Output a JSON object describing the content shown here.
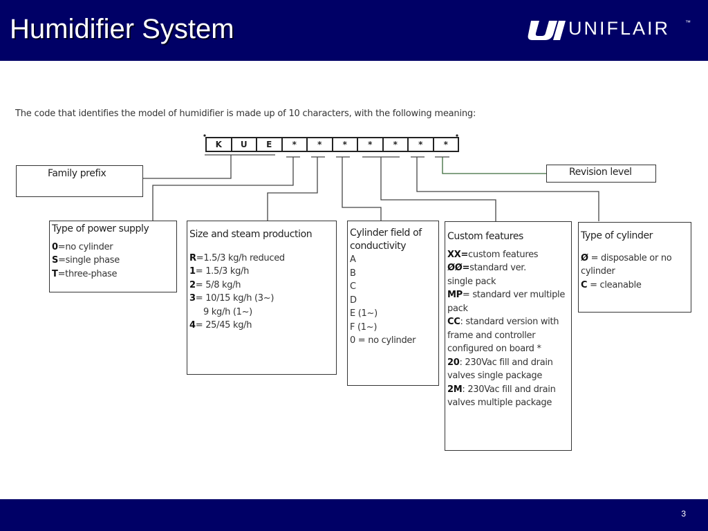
{
  "slide": {
    "title": "Humidifier System",
    "logo_text": "UNIFLAIR",
    "logo_tm": "™",
    "page_number": "3",
    "colors": {
      "banner": "#000066",
      "text": "#ffffff"
    }
  },
  "intro": "The code that identifies the model of humidifier is made up of 10 characters, with the following meaning:",
  "code": [
    "K",
    "U",
    "E",
    "*",
    "*",
    "*",
    "*",
    "*",
    "*",
    "*"
  ],
  "labels": {
    "family_prefix": "Family prefix",
    "revision_level": "Revision level"
  },
  "boxes": {
    "power_supply": {
      "title": "Type of power supply",
      "items": [
        {
          "key": "0",
          "sep": "=",
          "text": "no cylinder"
        },
        {
          "key": "S",
          "sep": "=",
          "text": "single phase"
        },
        {
          "key": "T",
          "sep": "=",
          "text": "three-phase"
        }
      ]
    },
    "size_steam": {
      "title": "Size and steam production",
      "items": [
        {
          "key": "R",
          "sep": "=",
          "text": "1.5/3 kg/h reduced"
        },
        {
          "key": "1",
          "sep": "= ",
          "text": "1.5/3 kg/h"
        },
        {
          "key": "2",
          "sep": "= ",
          "text": "5/8 kg/h"
        },
        {
          "key": "3",
          "sep": "= ",
          "text": "10/15 kg/h (3~)"
        },
        {
          "key": "",
          "sep": "",
          "text": "9 kg/h (1~)"
        },
        {
          "key": "4",
          "sep": "= ",
          "text": "25/45 kg/h"
        }
      ]
    },
    "cylinder_conductivity": {
      "title_line1": "Cylinder field of",
      "title_line2": "conductivity",
      "items": [
        "A",
        "B",
        "C",
        "D",
        "E (1~)",
        "F (1~)",
        "0 = no cylinder"
      ]
    },
    "custom_features": {
      "title": "Custom features",
      "lines": [
        {
          "key": "XX",
          "sep": "=",
          "text": "custom features"
        },
        {
          "key": "ØØ",
          "sep": "=",
          "text": "standard ver."
        },
        {
          "key": "",
          "sep": "",
          "text": "single pack"
        },
        {
          "key": "MP",
          "sep": "= ",
          "text": "standard ver multiple"
        },
        {
          "key": "",
          "sep": "",
          "text": "pack"
        },
        {
          "key": "CC",
          "sep": ": ",
          "text": "standard version with"
        },
        {
          "key": "",
          "sep": "",
          "text": "frame and controller"
        },
        {
          "key": "",
          "sep": "",
          "text": "configured on board *"
        },
        {
          "key": "20",
          "sep": ": ",
          "text": "230Vac fill and drain"
        },
        {
          "key": "",
          "sep": "",
          "text": "valves single package"
        },
        {
          "key": "2M",
          "sep": ": ",
          "text": "230Vac fill and drain"
        },
        {
          "key": "",
          "sep": "",
          "text": "valves multiple package"
        }
      ]
    },
    "cylinder_type": {
      "title": "Type of cylinder",
      "lines": [
        {
          "key": "Ø",
          "sep": " = ",
          "text": "disposable or no"
        },
        {
          "key": "",
          "sep": "",
          "text": "cylinder"
        },
        {
          "key": "C",
          "sep": " = ",
          "text": "cleanable"
        }
      ]
    }
  }
}
